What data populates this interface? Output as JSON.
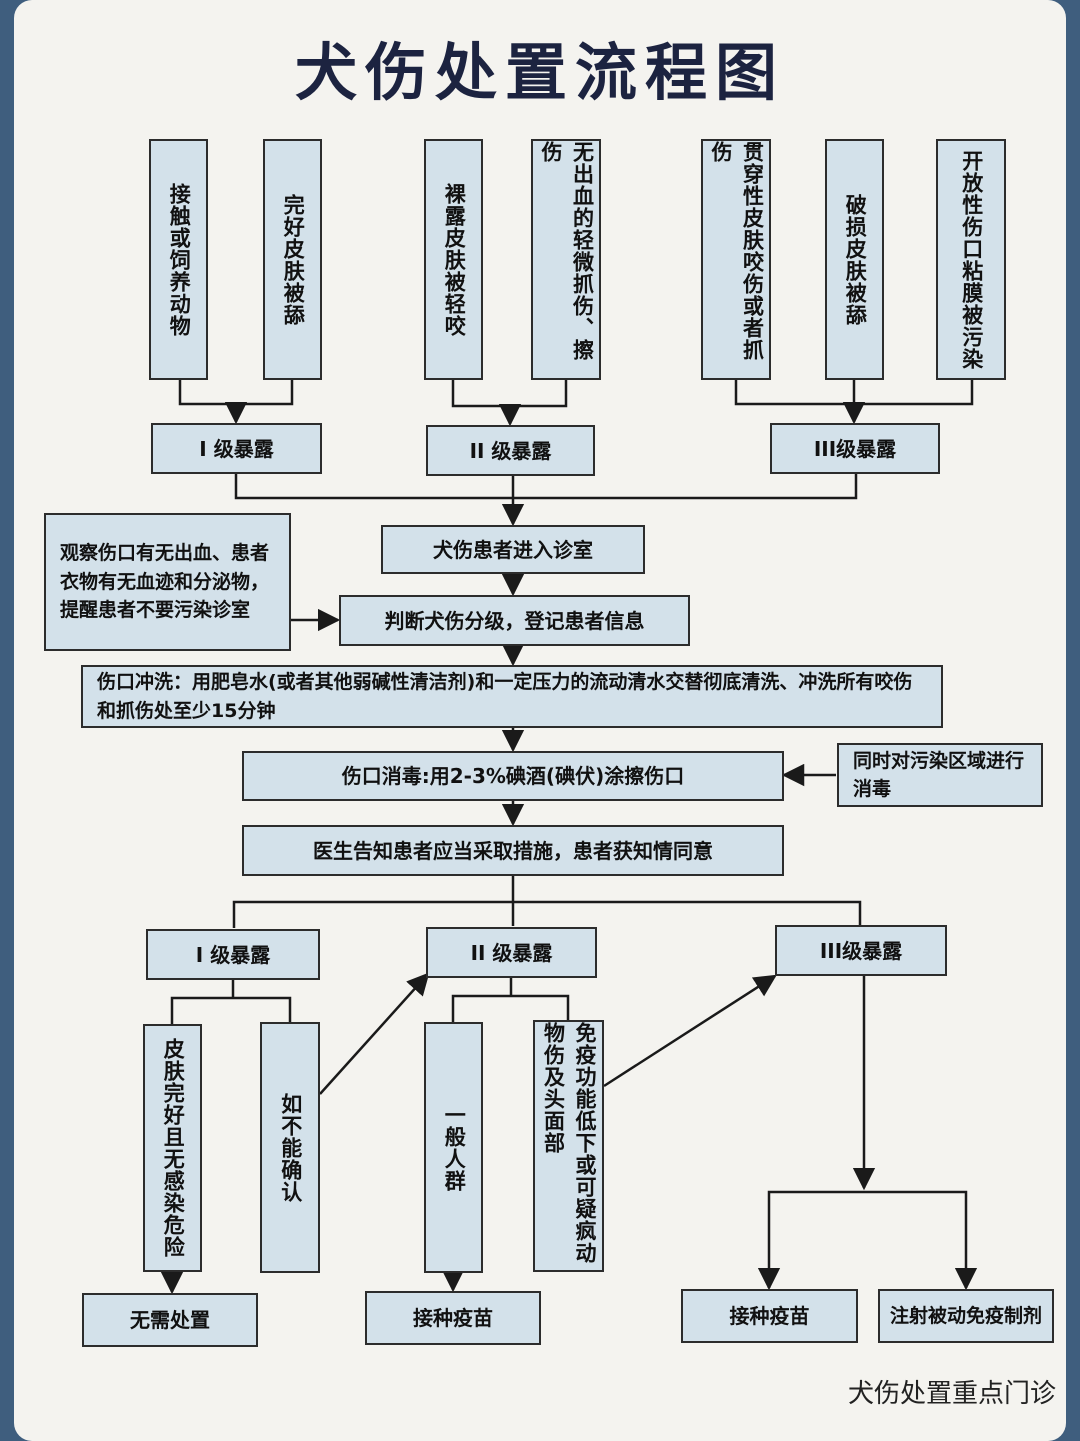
{
  "title": "犬伤处置流程图",
  "colors": {
    "box_fill": "#d3e1ea",
    "border": "#2c2c2c",
    "line": "#1a1a1a",
    "title": "#1c2340"
  },
  "top_exposure": {
    "level1": {
      "causes": [
        "接触或饲养动物",
        "完好皮肤被舔"
      ],
      "label": "I 级暴露"
    },
    "level2": {
      "causes": [
        "裸露皮肤被轻咬",
        "无出血的轻微抓伤、擦伤"
      ],
      "label": "II 级暴露"
    },
    "level3": {
      "causes": [
        "贯穿性皮肤咬伤或者抓伤",
        "破损皮肤被舔",
        "开放性伤口粘膜被污染"
      ],
      "label": "III级暴露"
    }
  },
  "steps": {
    "enter": "犬伤患者进入诊室",
    "observe": "观察伤口有无出血、患者衣物有无血迹和分泌物，提醒患者不要污染诊室",
    "classify": "判断犬伤分级，登记患者信息",
    "wash": "伤口冲洗：用肥皂水(或者其他弱碱性清洁剂)和一定压力的流动清水交替彻底清洗、冲洗所有咬伤和抓伤处至少15分钟",
    "disinfect": "伤口消毒:用2-3%碘酒(碘伏)涂擦伤口",
    "disinfect_area": "同时对污染区域进行消毒",
    "inform": "医生告知患者应当采取措施，患者获知情同意"
  },
  "bottom": {
    "level1": {
      "label": "I 级暴露",
      "cond_a": "皮肤完好且无感染危险",
      "cond_b": "如不能确认",
      "result": "无需处置"
    },
    "level2": {
      "label": "II 级暴露",
      "cond_a": "一般人群",
      "cond_b": "免疫功能低下或可疑疯动物伤及头面部",
      "result": "接种疫苗"
    },
    "level3": {
      "label": "III级暴露",
      "result_a": "接种疫苗",
      "result_b": "注射被动免疫制剂"
    }
  },
  "footer": "犬伤处置重点门诊"
}
